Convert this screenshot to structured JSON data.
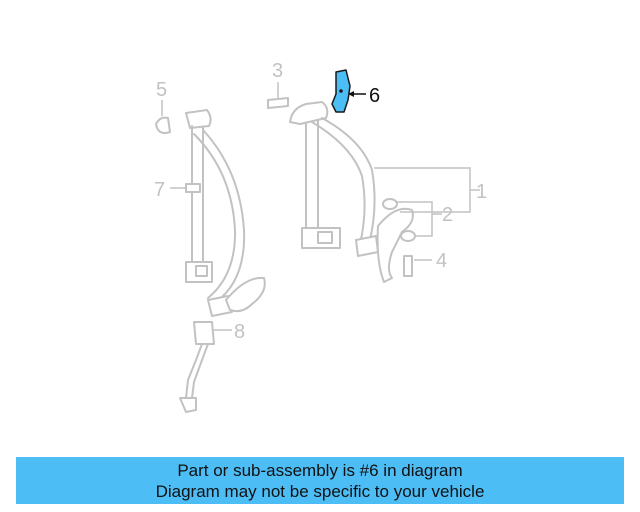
{
  "diagram": {
    "callouts": {
      "c1": "1",
      "c2": "2",
      "c3": "3",
      "c4": "4",
      "c5": "5",
      "c6": "6",
      "c7": "7",
      "c8": "8"
    },
    "highlighted_part": "6",
    "highlight_color": "#4dbdf5",
    "inactive_color": "#c2c2c2"
  },
  "banner": {
    "line1": "Part or sub-assembly is #6 in diagram",
    "line2": "Diagram may not be specific to your vehicle",
    "background": "#4dbdf5"
  }
}
